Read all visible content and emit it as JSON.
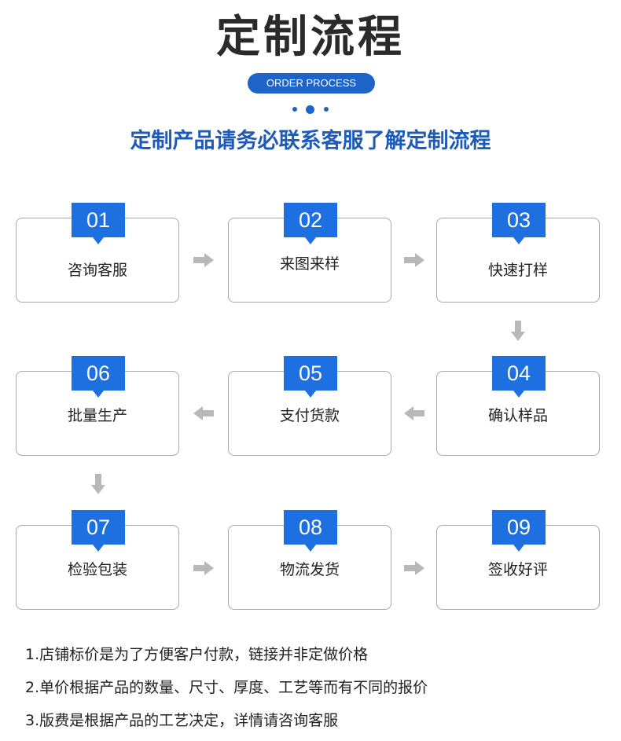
{
  "header": {
    "title": "定制流程",
    "badge": "ORDER PROCESS",
    "subtitle": "定制产品请务必联系客服了解定制流程",
    "accent_color": "#1e64c8"
  },
  "steps": [
    {
      "number": "01",
      "label": "咨询客服"
    },
    {
      "number": "02",
      "label": "来图来样"
    },
    {
      "number": "03",
      "label": "快速打样"
    },
    {
      "number": "04",
      "label": "确认样品"
    },
    {
      "number": "05",
      "label": "支付货款"
    },
    {
      "number": "06",
      "label": "批量生产"
    },
    {
      "number": "07",
      "label": "检验包装"
    },
    {
      "number": "08",
      "label": "物流发货"
    },
    {
      "number": "09",
      "label": "签收好评"
    }
  ],
  "arrows": [
    {
      "name": "arrow-right-icon"
    },
    {
      "name": "arrow-right-icon"
    },
    {
      "name": "arrow-down-icon"
    },
    {
      "name": "arrow-left-icon"
    },
    {
      "name": "arrow-left-icon"
    },
    {
      "name": "arrow-down-icon"
    },
    {
      "name": "arrow-right-icon"
    },
    {
      "name": "arrow-right-icon"
    }
  ],
  "notes": [
    "1.店铺标价是为了方便客户付款，链接并非定做价格",
    "2.单价根据产品的数量、尺寸、厚度、工艺等而有不同的报价",
    "3.版费是根据产品的工艺决定，详情请咨询客服"
  ]
}
